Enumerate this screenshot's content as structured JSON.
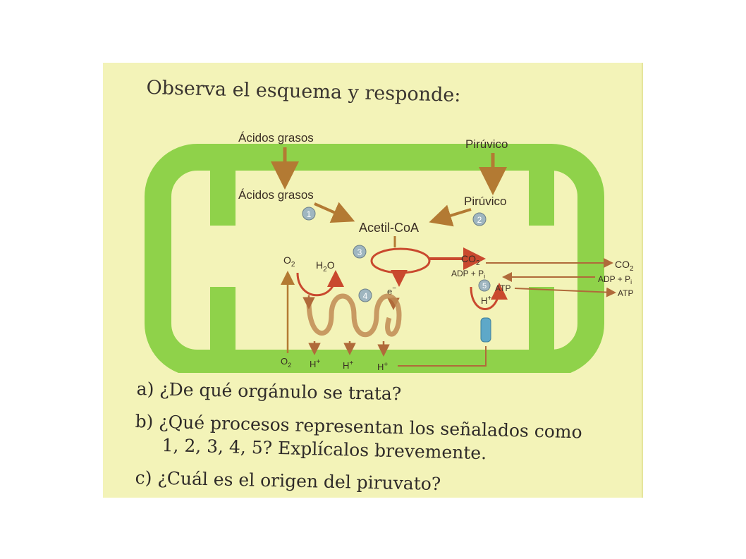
{
  "title": "Observa el esquema y responde:",
  "diagram": {
    "acidos_grasos_outside": "Ácidos grasos",
    "piruvico_outside": "Pirúvico",
    "acidos_grasos_inside": "Ácidos grasos",
    "piruvico_inside": "Pirúvico",
    "acetil_coa": "Acetil-CoA",
    "step_1": "1",
    "step_2": "2",
    "step_3": "3",
    "step_4": "4",
    "step_5": "5",
    "o2_top": "O",
    "o2_bottom": "O",
    "h2o": "H",
    "h2o_o": "O",
    "sub2": "2",
    "electron": "e",
    "electron_sup": "−",
    "co2_inner": "CO",
    "co2_outer": "CO",
    "adp_inner": "ADP + P",
    "adp_outer": "ADP + P",
    "pi_sub": "i",
    "atp_inner": "ATP",
    "atp_outer": "ATP",
    "h_plus_inner": "H",
    "h_plus_1": "H",
    "h_plus_2": "H",
    "h_plus_3": "H",
    "plus": "+",
    "colors": {
      "membrane": "#8fd24a",
      "arrow_outer": "#b37a33",
      "arrow_red": "#c9492e",
      "atp_synthase": "#5ea8c8",
      "inner_arrows": "#b06a3a"
    }
  },
  "questions": {
    "a": "a) ¿De qué orgánulo se trata?",
    "b_line1": "b) ¿Qué procesos representan los señalados como",
    "b_line2": "1, 2, 3, 4, 5? Explícalos brevemente.",
    "c": "c) ¿Cuál es el origen del piruvato?"
  }
}
